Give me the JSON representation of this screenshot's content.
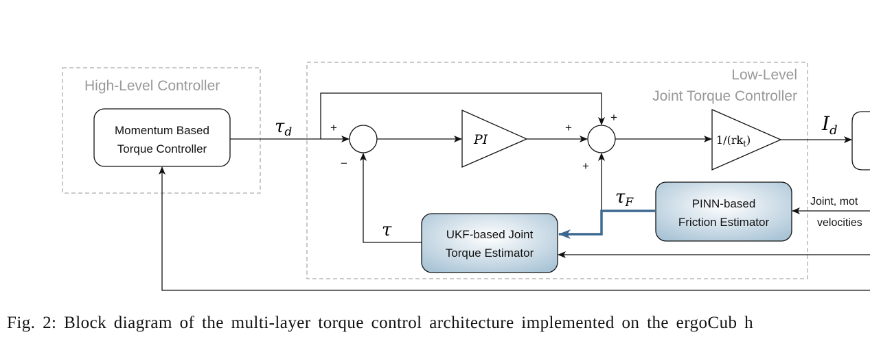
{
  "groups": {
    "high_level": "High-Level Controller",
    "low_level_line1": "Low-Level",
    "low_level_line2": "Joint Torque Controller"
  },
  "blocks": {
    "momentum_line1": "Momentum Based",
    "momentum_line2": "Torque Controller",
    "pinn_line1": "PINN-based",
    "pinn_line2": "Friction Estimator",
    "ukf_line1": "UKF-based Joint",
    "ukf_line2": "Torque Estimator"
  },
  "gains": {
    "pi": "PI",
    "current_gain": "1/(rk",
    "current_gain_sub": "t",
    "current_gain_close": ")"
  },
  "signals": {
    "tau_d": "τ",
    "tau_d_sub": "d",
    "tau_f": "τ",
    "tau_f_sub": "F",
    "tau": "τ",
    "i_d": "I",
    "i_d_sub": "d",
    "input_line1": "Joint, mot",
    "input_line2": "velocities"
  },
  "signs": {
    "sum1_top": "+",
    "sum1_bottom": "−",
    "sum2_left": "+",
    "sum2_top": "+",
    "sum2_bottom": "+"
  },
  "caption": "Fig. 2: Block diagram of the multi-layer torque control architecture implemented on the ergoCub h",
  "colors": {
    "estimator_gradient_center": "#ffffff",
    "estimator_gradient_edge": "#a9c4d6",
    "highlight_arrow": "#3d6890",
    "dashed_border": "#aaaaaa"
  }
}
